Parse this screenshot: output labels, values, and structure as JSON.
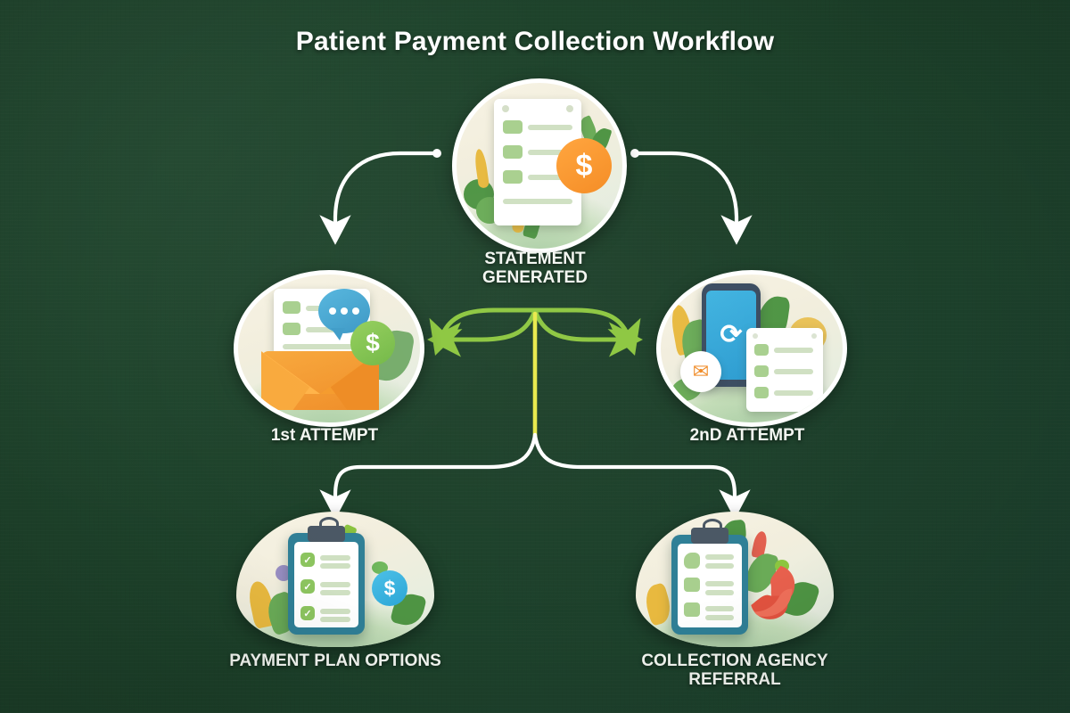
{
  "page": {
    "title": "Patient Payment Collection Workflow",
    "background_color": "#1e4430",
    "title_color": "#ffffff"
  },
  "diagram": {
    "type": "flowchart",
    "orientation": "top-down-branching",
    "nodes": [
      {
        "id": "statement",
        "label": "STATEMENT\nGENERATED",
        "shape": "circle",
        "icon": "document-with-money-icon",
        "position": "top-center"
      },
      {
        "id": "first-attempt",
        "label": "1st ATTEMPT",
        "shape": "circle",
        "icon": "envelope-letter-icon",
        "position": "middle-left"
      },
      {
        "id": "second-attempt",
        "label": "2nD ATTEMPT",
        "shape": "circle",
        "icon": "mobile-phone-reminder-icon",
        "position": "middle-right"
      },
      {
        "id": "payment-plan",
        "label": "PAYMENT PLAN OPTIONS",
        "shape": "dome",
        "icon": "clipboard-checklist-icon",
        "position": "bottom-left"
      },
      {
        "id": "collection-agency",
        "label": "COLLECTION AGENCY\nREFERRAL",
        "shape": "dome",
        "icon": "clipboard-phone-icon",
        "position": "bottom-right"
      }
    ],
    "connectors": [
      {
        "id": "statement-to-first",
        "from": "statement",
        "to": "first-attempt",
        "style": "curved-arrow",
        "color": "#ffffff"
      },
      {
        "id": "statement-to-second",
        "from": "statement",
        "to": "second-attempt",
        "style": "curved-arrow",
        "color": "#ffffff"
      },
      {
        "id": "first-second-link",
        "from": "first-attempt",
        "to": "second-attempt",
        "style": "double-headed-peak-arrow",
        "color": "#8cc63f"
      },
      {
        "id": "split-to-payment-plan",
        "from": "first-attempt",
        "to": "payment-plan",
        "style": "curved-arrow",
        "color": "#ffffff"
      },
      {
        "id": "split-to-collection",
        "from": "second-attempt",
        "to": "collection-agency",
        "style": "curved-arrow",
        "color": "#ffffff"
      },
      {
        "id": "escalation-stem",
        "from": "first-second-link",
        "to": "split-junction",
        "style": "straight-line",
        "color": "#e8e84a"
      }
    ],
    "palette": {
      "arrow_white": "#ffffff",
      "arrow_green": "#8cc63f",
      "arrow_yellow": "#e8e84a",
      "node_cream": "#f5f1e2",
      "accent_orange": "#f58b22",
      "accent_blue": "#2ba6d6",
      "accent_teal": "#2f7f96",
      "accent_red": "#e2523f",
      "leaf_green": "#6aab57"
    },
    "icon_symbols": {
      "dollar": "$",
      "check": "✓",
      "sync": "⟳",
      "mail": "✉"
    }
  }
}
